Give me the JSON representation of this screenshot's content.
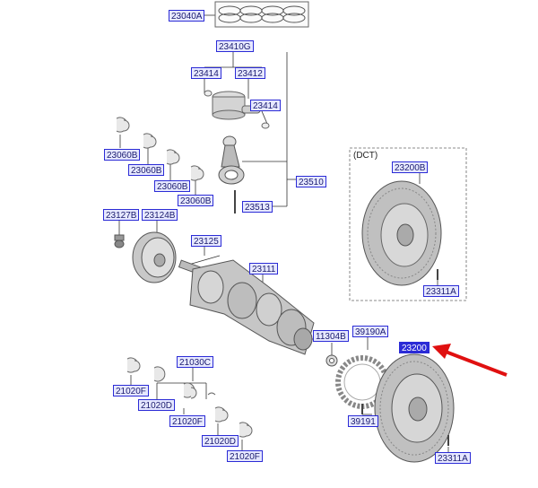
{
  "callouts": {
    "c23040A": "23040A",
    "c23410G": "23410G",
    "c23414a": "23414",
    "c23412": "23412",
    "c23414b": "23414",
    "c23060B1": "23060B",
    "c23060B2": "23060B",
    "c23060B3": "23060B",
    "c23060B4": "23060B",
    "c23510": "23510",
    "c23513": "23513",
    "c23127B": "23127B",
    "c23124B": "23124B",
    "c23125": "23125",
    "c23111": "23111",
    "c23200B": "23200B",
    "c23311A1": "23311A",
    "c11304B": "11304B",
    "c39190A": "39190A",
    "c23200": "23200",
    "c21030C": "21030C",
    "c21020F1": "21020F",
    "c21020D1": "21020D",
    "c21020F2": "21020F",
    "c21020D2": "21020D",
    "c21020F3": "21020F",
    "c39191": "39191",
    "c23311A2": "23311A"
  },
  "dct_label": "(DCT)",
  "colors": {
    "callout_border": "#2b2bd6",
    "callout_fill": "#e6e8ff",
    "arrow": "#e01010",
    "line": "#333333"
  }
}
